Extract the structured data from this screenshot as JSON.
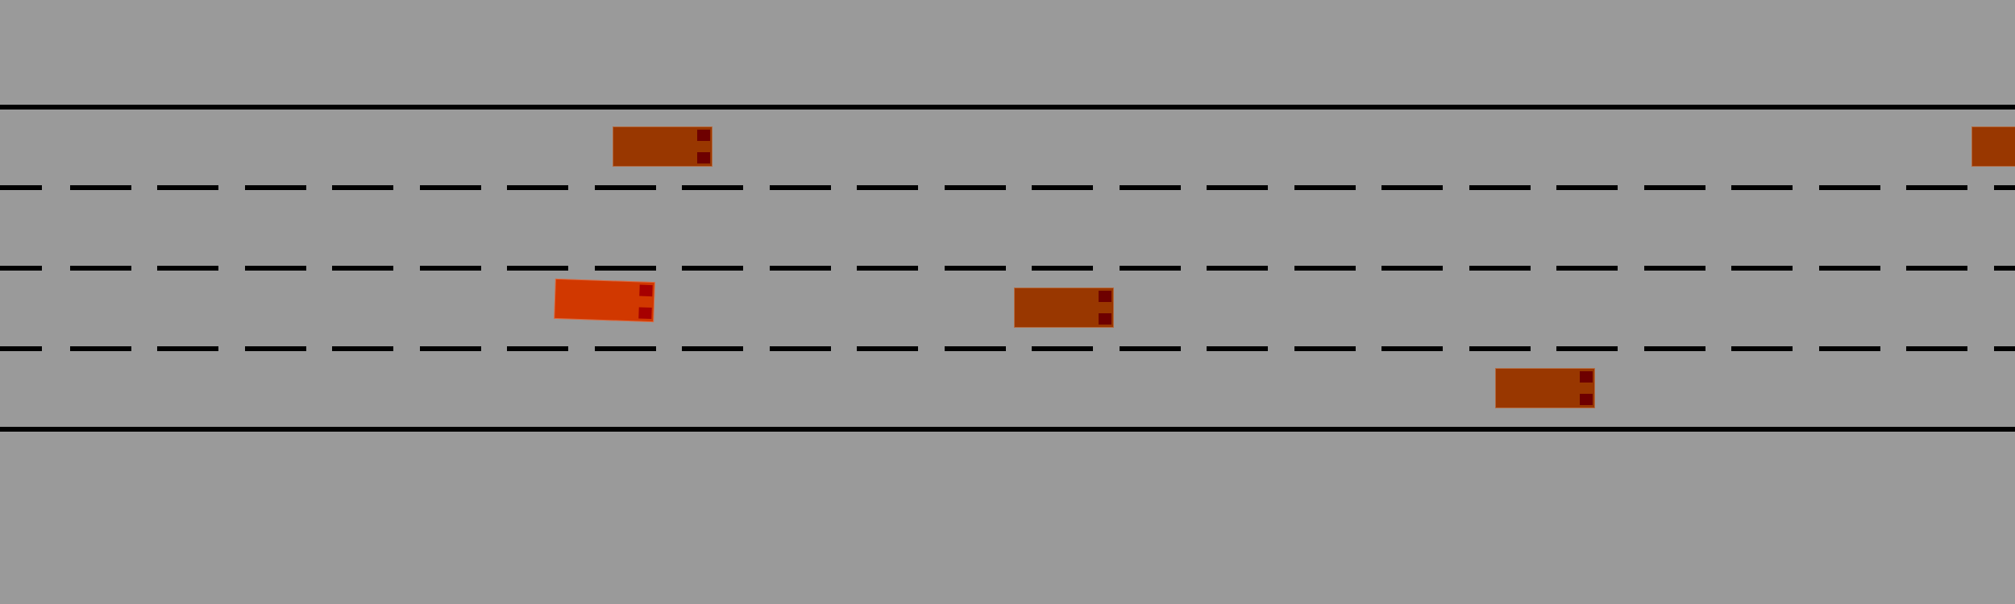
{
  "scene": {
    "background_color": "#9a9a9a",
    "line_color": "#000000",
    "lane_count": 4
  },
  "vehicles": [
    {
      "role": "ego",
      "body_color": "#d13800",
      "light_color": "#a60000",
      "tilted": true
    },
    {
      "role": "other",
      "body_color": "#993700",
      "light_color": "#6e0000",
      "tilted": false
    },
    {
      "role": "other",
      "body_color": "#993700",
      "light_color": "#6e0000",
      "tilted": false
    },
    {
      "role": "other",
      "body_color": "#993700",
      "light_color": "#6e0000",
      "tilted": false
    },
    {
      "role": "other",
      "body_color": "#993700",
      "light_color": "#6e0000",
      "tilted": false
    }
  ]
}
